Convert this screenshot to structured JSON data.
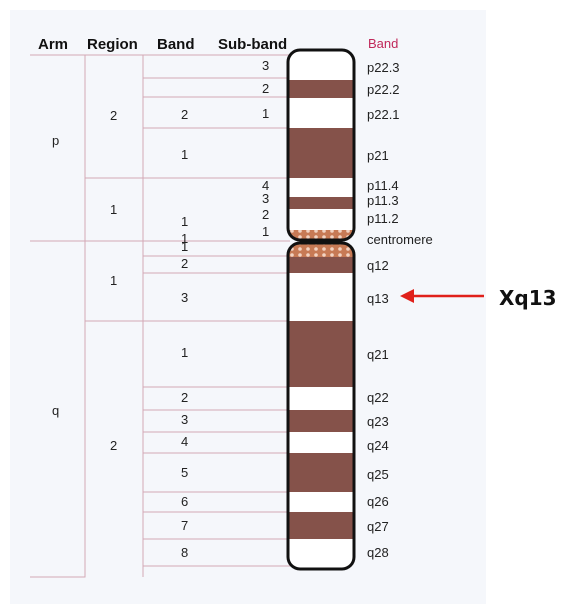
{
  "headers": {
    "arm": "Arm",
    "region": "Region",
    "band": "Band",
    "subband": "Sub-band",
    "band_right": "Band"
  },
  "arms": [
    "p",
    "q"
  ],
  "regions": [
    "2",
    "1",
    "1",
    "2"
  ],
  "bands_col": [
    "2",
    "1",
    "1",
    "1",
    "2",
    "3",
    "1",
    "2",
    "3",
    "4",
    "5",
    "6",
    "7",
    "8"
  ],
  "subbands": [
    "3",
    "2",
    "1",
    "4",
    "3",
    "2",
    "1",
    "1"
  ],
  "band_names": [
    "p22.3",
    "p22.2",
    "p22.1",
    "p21",
    "p11.4",
    "p11.3",
    "p11.2",
    "centromere",
    "q12",
    "q13",
    "q21",
    "q22",
    "q23",
    "q24",
    "q25",
    "q26",
    "q27",
    "q28"
  ],
  "annotation": {
    "label": "Xq13",
    "color": "#e0201a"
  },
  "colors": {
    "dark_band": "#85524a",
    "light_band": "#ffffff",
    "centromere": "#c77a55",
    "grid": "#d3a9b6",
    "band_header": "#c0285a",
    "panel_bg": "#f5f7fb"
  }
}
